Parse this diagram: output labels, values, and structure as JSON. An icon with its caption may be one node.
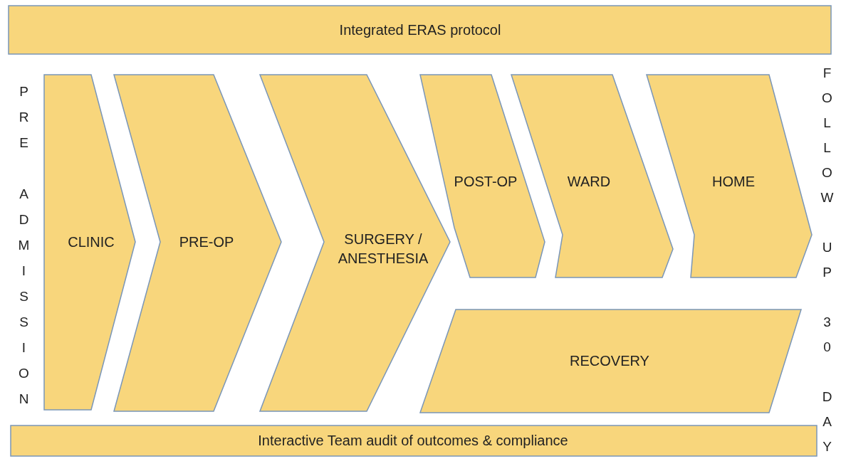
{
  "diagram": {
    "nodes": [
      {
        "text": [
          "Integrated ERAS protocol"
        ]
      },
      {
        "text": [
          "CLINIC"
        ]
      },
      {
        "text": [
          "PRE-OP"
        ]
      },
      {
        "text": [
          "SURGERY / ANESTHESIA"
        ]
      },
      {
        "text": [
          "POST-OP"
        ]
      },
      {
        "text": [
          "WARD"
        ]
      },
      {
        "text": [
          "HOME"
        ]
      },
      {
        "text": [
          "RECOVERY"
        ]
      },
      {
        "text": [
          "Interactive Team audit of outcomes & compliance"
        ]
      }
    ],
    "labels": [
      "PRE ADMISSION",
      "FOLLOW UP 30 DAY"
    ]
  }
}
